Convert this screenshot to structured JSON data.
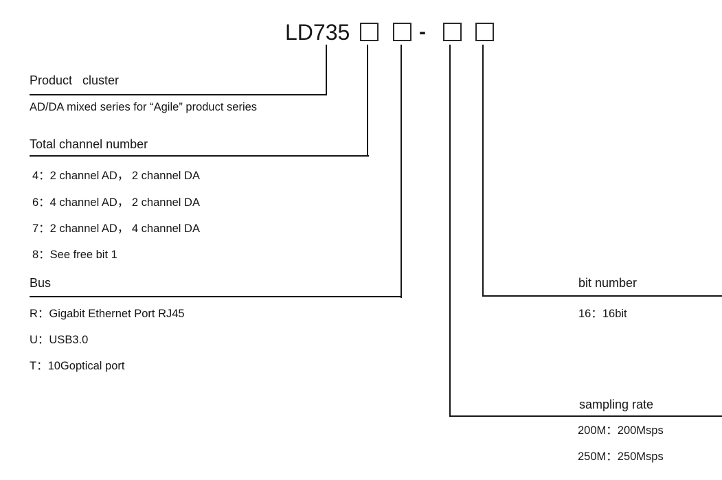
{
  "title": {
    "model": "LD735",
    "separator": "-"
  },
  "product_cluster": {
    "heading": "Product   cluster",
    "description": "AD/DA mixed series for “Agile” product series"
  },
  "total_channel_number": {
    "heading": "Total channel number",
    "items": [
      "4：2 channel AD， 2 channel DA",
      "6：4 channel AD， 2 channel DA",
      "7：2 channel AD， 4 channel DA",
      "8：See free bit 1"
    ]
  },
  "bus": {
    "heading": "Bus",
    "items": [
      "R：Gigabit Ethernet Port RJ45",
      "U：USB3.0",
      "T：10Goptical port"
    ]
  },
  "bit_number": {
    "heading": "bit number",
    "items": [
      "16：16bit"
    ]
  },
  "sampling_rate": {
    "heading": "sampling rate",
    "items": [
      "200M：200Msps",
      "250M：250Msps"
    ]
  },
  "colors": {
    "ink": "#161616",
    "background": "#ffffff"
  }
}
